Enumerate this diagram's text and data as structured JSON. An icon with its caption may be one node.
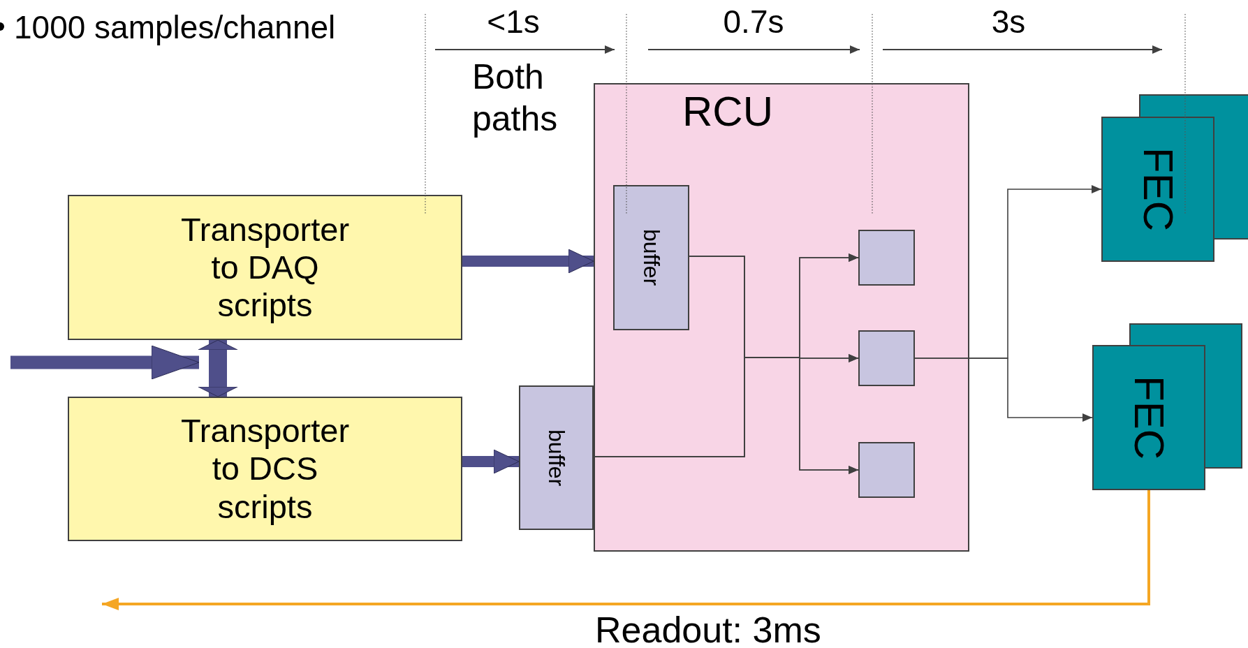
{
  "diagram": {
    "nodes": [
      {
        "text": [
          "Transporter to DAQ scripts"
        ]
      },
      {
        "text": [
          "Transporter to DCS scripts"
        ]
      },
      {
        "text": [
          "RCU"
        ]
      },
      {
        "text": [
          "buffer"
        ],
        "in": 2
      },
      {
        "text": [
          "buffer"
        ]
      },
      {
        "text": [],
        "shape": "box",
        "in": 2
      },
      {
        "text": [],
        "shape": "box",
        "in": 2
      },
      {
        "text": [],
        "shape": "box",
        "in": 2
      },
      {
        "text": [
          "FEC"
        ]
      },
      {
        "text": [
          "FEC"
        ]
      }
    ],
    "edges": [
      {
        "from": 0,
        "to": 2,
        "arrow": "to",
        "style": "thick"
      },
      {
        "from": 1,
        "to": 4,
        "arrow": "to",
        "style": "thick"
      },
      {
        "from": 0,
        "to": 1,
        "arrow": "both",
        "style": "thick"
      },
      {
        "from": 3,
        "to": 5,
        "arrow": "to"
      },
      {
        "from": 3,
        "to": 6,
        "arrow": "to"
      },
      {
        "from": 3,
        "to": 7,
        "arrow": "to"
      },
      {
        "from": 4,
        "to": 5,
        "arrow": "to"
      },
      {
        "from": 4,
        "to": 6,
        "arrow": "to"
      },
      {
        "from": 4,
        "to": 7,
        "arrow": "to"
      },
      {
        "from": 6,
        "to": 8,
        "arrow": "to"
      },
      {
        "from": 6,
        "to": 9,
        "arrow": "to"
      },
      {
        "from": 9,
        "to": null,
        "arrow": "to",
        "label": "Readout: 3ms",
        "color": "#f5a623"
      }
    ],
    "labels": [
      "1000 samples/channel",
      "<1s",
      "0.7s",
      "3s",
      "Both paths"
    ]
  }
}
